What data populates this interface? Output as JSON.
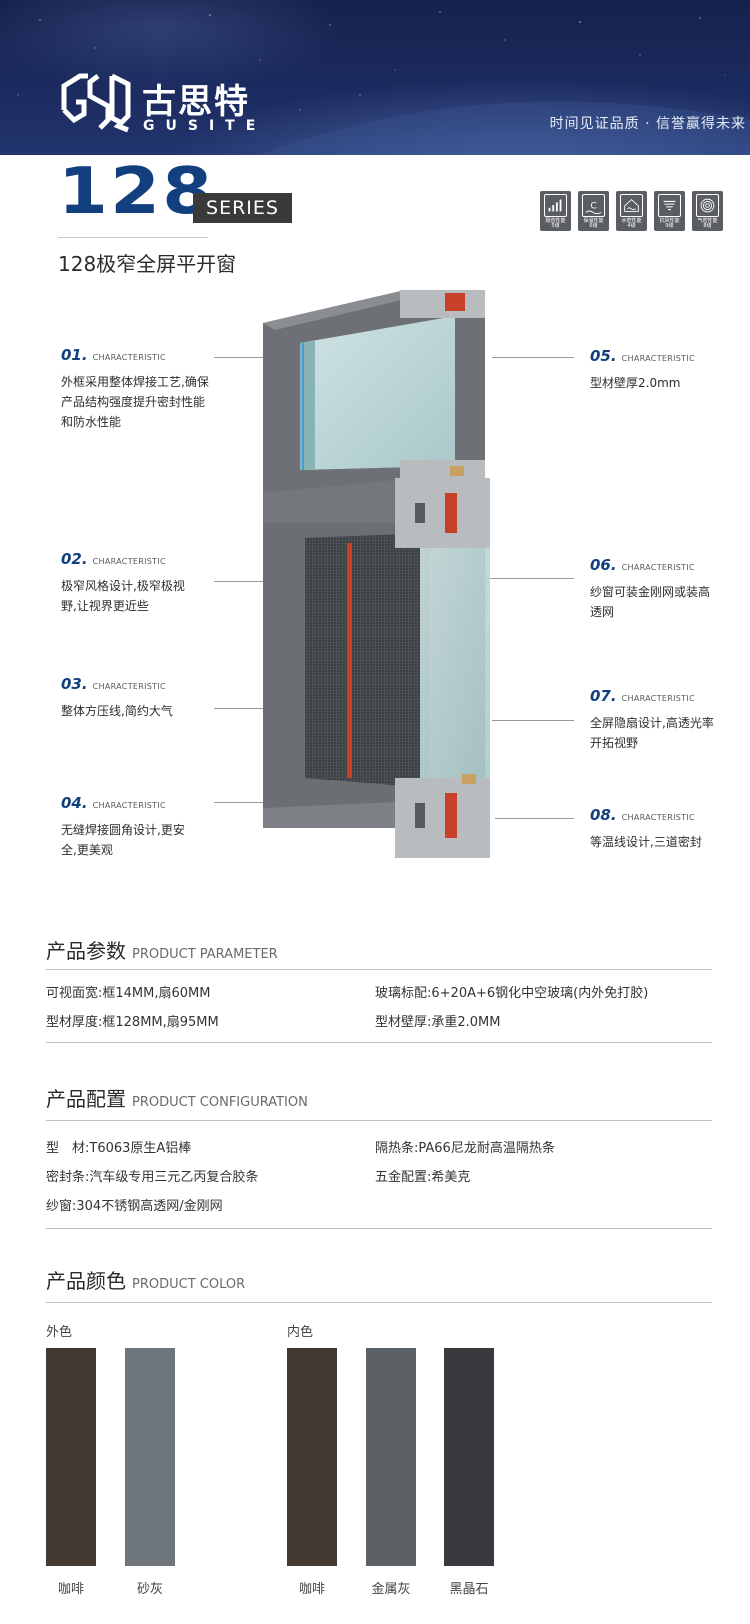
{
  "header": {
    "brand_cn": "古思特",
    "brand_en": "GUSITE",
    "slogan": "时间见证品质 · 信誉赢得未来",
    "logo_icon": "gsq-monogram-icon"
  },
  "title": {
    "series_number": "128",
    "series_tag": "SERIES",
    "window_name": "128极窄全屏平开窗"
  },
  "performance_icons": [
    {
      "icon": "signal-bars-icon",
      "label_line1": "隔音性能",
      "label_line2": "5级"
    },
    {
      "icon": "thermometer-c-icon",
      "label_line1": "保温性能",
      "label_line2": "6级"
    },
    {
      "icon": "house-water-icon",
      "label_line1": "水密性能",
      "label_line2": "4级"
    },
    {
      "icon": "wind-pressure-icon",
      "label_line1": "抗风性能",
      "label_line2": "9级"
    },
    {
      "icon": "airtight-rings-icon",
      "label_line1": "气密性能",
      "label_line2": "8级"
    }
  ],
  "characteristic_en": "CHARACTERISTIC",
  "characteristics": [
    {
      "num": "01",
      "dot": ".",
      "desc": "外框采用整体焊接工艺,确保产品结构强度提升密封性能和防水性能"
    },
    {
      "num": "02",
      "dot": ".",
      "desc": "极窄风格设计,极窄极视野,让视界更近些"
    },
    {
      "num": "03",
      "dot": ".",
      "desc": "整体方压线,简约大气"
    },
    {
      "num": "04",
      "dot": ".",
      "desc": "无缝焊接圆角设计,更安全,更美观"
    },
    {
      "num": "05",
      "dot": ".",
      "desc": "型材壁厚2.0mm"
    },
    {
      "num": "06",
      "dot": ".",
      "desc": "纱窗可装金刚网或装高透网"
    },
    {
      "num": "07",
      "dot": ".",
      "desc": "全屏隐扇设计,高透光率开拓视野"
    },
    {
      "num": "08",
      "dot": ".",
      "desc": "等温线设计,三道密封"
    }
  ],
  "parameters": {
    "title_cn": "产品参数",
    "title_en": "PRODUCT PARAMETER",
    "rows": [
      {
        "left": "可视面宽:框14MM,扇60MM",
        "right": "玻璃标配:6+20A+6钢化中空玻璃(内外免打胶)"
      },
      {
        "left": "型材厚度:框128MM,扇95MM",
        "right": "型材壁厚:承重2.0MM"
      }
    ]
  },
  "configuration": {
    "title_cn": "产品配置",
    "title_en": "PRODUCT CONFIGURATION",
    "rows": [
      {
        "left": "型　材:T6063原生A铝棒",
        "right": "隔热条:PA66尼龙耐高温隔热条"
      },
      {
        "left": "密封条:汽车级专用三元乙丙复合胶条",
        "right": "五金配置:希美克"
      },
      {
        "left": "纱窗:304不锈钢高透网/金刚网",
        "right": ""
      }
    ]
  },
  "colors": {
    "title_cn": "产品颜色",
    "title_en": "PRODUCT COLOR",
    "outer_label": "外色",
    "inner_label": "内色",
    "outer": [
      {
        "name": "咖啡",
        "hex": "#443a34"
      },
      {
        "name": "砂灰",
        "hex": "#6e767c"
      }
    ],
    "inner": [
      {
        "name": "咖啡",
        "hex": "#443a34"
      },
      {
        "name": "金属灰",
        "hex": "#5c6166"
      },
      {
        "name": "黑晶石",
        "hex": "#3a393d"
      }
    ]
  },
  "palette": {
    "accent_blue": "#123f7e",
    "profile_gray": "#6b6e72",
    "thermal_break_red": "#c8402a"
  }
}
